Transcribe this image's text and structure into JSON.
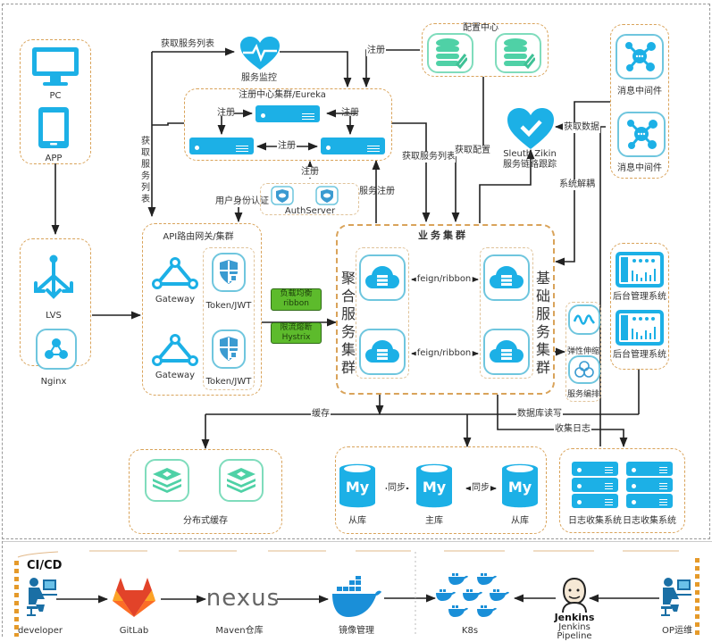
{
  "clients": {
    "pc": "PC",
    "app": "APP"
  },
  "lb": {
    "lvs": "LVS",
    "nginx": "Nginx"
  },
  "monitor": {
    "label": "服务监控"
  },
  "registry": {
    "title": "注册中心集群/Eureka",
    "register_label": "注册"
  },
  "auth": {
    "label": "AuthServer",
    "user_auth": "用户身份认证",
    "register": "注册"
  },
  "config_center": {
    "title": "配置中心",
    "register": "注册",
    "get_config": "获取配置"
  },
  "tracing": {
    "label_line1": "Sleuth Zikin",
    "label_line2": "服务链路跟踪",
    "get_data": "获取数据",
    "decouple": "系统解耦"
  },
  "mq": {
    "items": [
      "消息中间件",
      "消息中间件"
    ]
  },
  "gateway": {
    "title": "API路由网关/集群",
    "gateway_label": "Gateway",
    "token_label": "Token/JWT",
    "lb_tag_line1": "负载均衡",
    "lb_tag_line2": "ribbon",
    "cb_tag_line1": "限流熔断",
    "cb_tag_line2": "Hystrix"
  },
  "arrows": {
    "get_service_list": "获取服务列表",
    "get_service_list_vertical": "获取服务列表",
    "service_register": "服务注册",
    "get_service_list_right": "获取服务列表",
    "cache": "缓存",
    "db_rw": "数据库读写",
    "collect_logs": "收集日志"
  },
  "business": {
    "title": "业务集群",
    "aggregate": "聚合服务集群",
    "base": "基础服务集群",
    "feign": "feign/ribbon"
  },
  "ops": {
    "scaling": "弹性伸缩",
    "orchestration": "服务编排"
  },
  "admin": {
    "items": [
      "后台管理系统",
      "后台管理系统"
    ]
  },
  "cache": {
    "label": "分布式缓存"
  },
  "mysql": {
    "logo": "My",
    "slave": "从库",
    "master": "主库",
    "sync": "同步"
  },
  "logs": {
    "items": [
      "日志收集系统",
      "日志收集系统"
    ]
  },
  "cicd": {
    "title": "CI/CD",
    "steps": [
      "developer",
      "GitLab",
      "Maven仓库",
      "镜像管理",
      "K8s",
      "Jenkins",
      "OP运维"
    ],
    "nexus_logo": "nexus",
    "jenkins_logo": "Jenkins",
    "jenkins_sub": "Pipeline"
  },
  "colors": {
    "accent_blue": "#1cb0e6",
    "dashed_orange": "#d9a35a",
    "green_tag": "#5dbb2c",
    "teal": "#7fdcbc"
  }
}
